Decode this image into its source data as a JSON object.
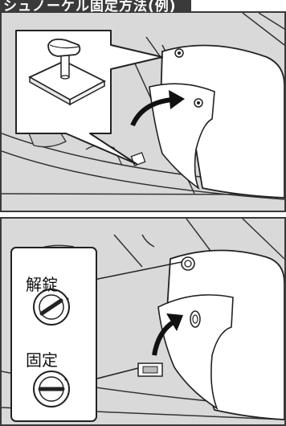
{
  "title": "シュノーケル固定方法(例)",
  "labels": {
    "unlock": "解錠",
    "lock": "固定"
  }
}
